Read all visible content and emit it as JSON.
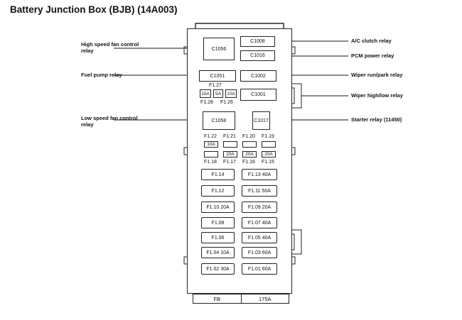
{
  "title": "Battery Junction Box (BJB) (14A003)",
  "callouts_left": {
    "high_speed_fan": [
      "High speed fan control",
      "relay"
    ],
    "fuel_pump": [
      "Fuel pump relay"
    ],
    "low_speed_fan": [
      "Low speed fan control",
      "relay"
    ]
  },
  "callouts_right": {
    "ac_clutch": "A/C clutch relay",
    "pcm_power": "PCM power relay",
    "wiper_run_park": "Wiper run/park relay",
    "wiper_high_low": "Wiper high/low relay",
    "starter": "Starter relay (11450)"
  },
  "relays": {
    "c1056": "C1056",
    "c1008": "C1008",
    "c1016": "C1016",
    "c1051": "C1051",
    "c1002": "C1002",
    "c1001": "C1001",
    "c1058": "C1058",
    "c1017": "C1017"
  },
  "small_block": {
    "f127_label": "F1.27",
    "fuse_a": "15A",
    "fuse_b": "5A",
    "fuse_c": "10A",
    "f128_label": "F1.28",
    "f126_label": "F1.26"
  },
  "mini_row_top": {
    "labels": [
      "F1.22",
      "F1.21",
      "F1.20",
      "F1.19"
    ],
    "f122_value": "10A"
  },
  "mini_row_bottom": {
    "values": [
      "",
      "20A",
      "20A",
      "20A"
    ],
    "labels": [
      "F1.18",
      "F1.17",
      "F1.16",
      "F1.15"
    ]
  },
  "maxi_fuses": {
    "left": [
      "F1.14",
      "F1.12",
      "F1.10  20A",
      "F1.08",
      "F1.06",
      "F1.04  10A",
      "F1.02  30A"
    ],
    "right": [
      "F1.13  40A",
      "F1.11  50A",
      "F1.09  20A",
      "F1.07  40A",
      "F1.05  40A",
      "F1.03  60A",
      "F1.01  60A"
    ]
  },
  "footer": {
    "left": "FB",
    "right": "175A"
  }
}
